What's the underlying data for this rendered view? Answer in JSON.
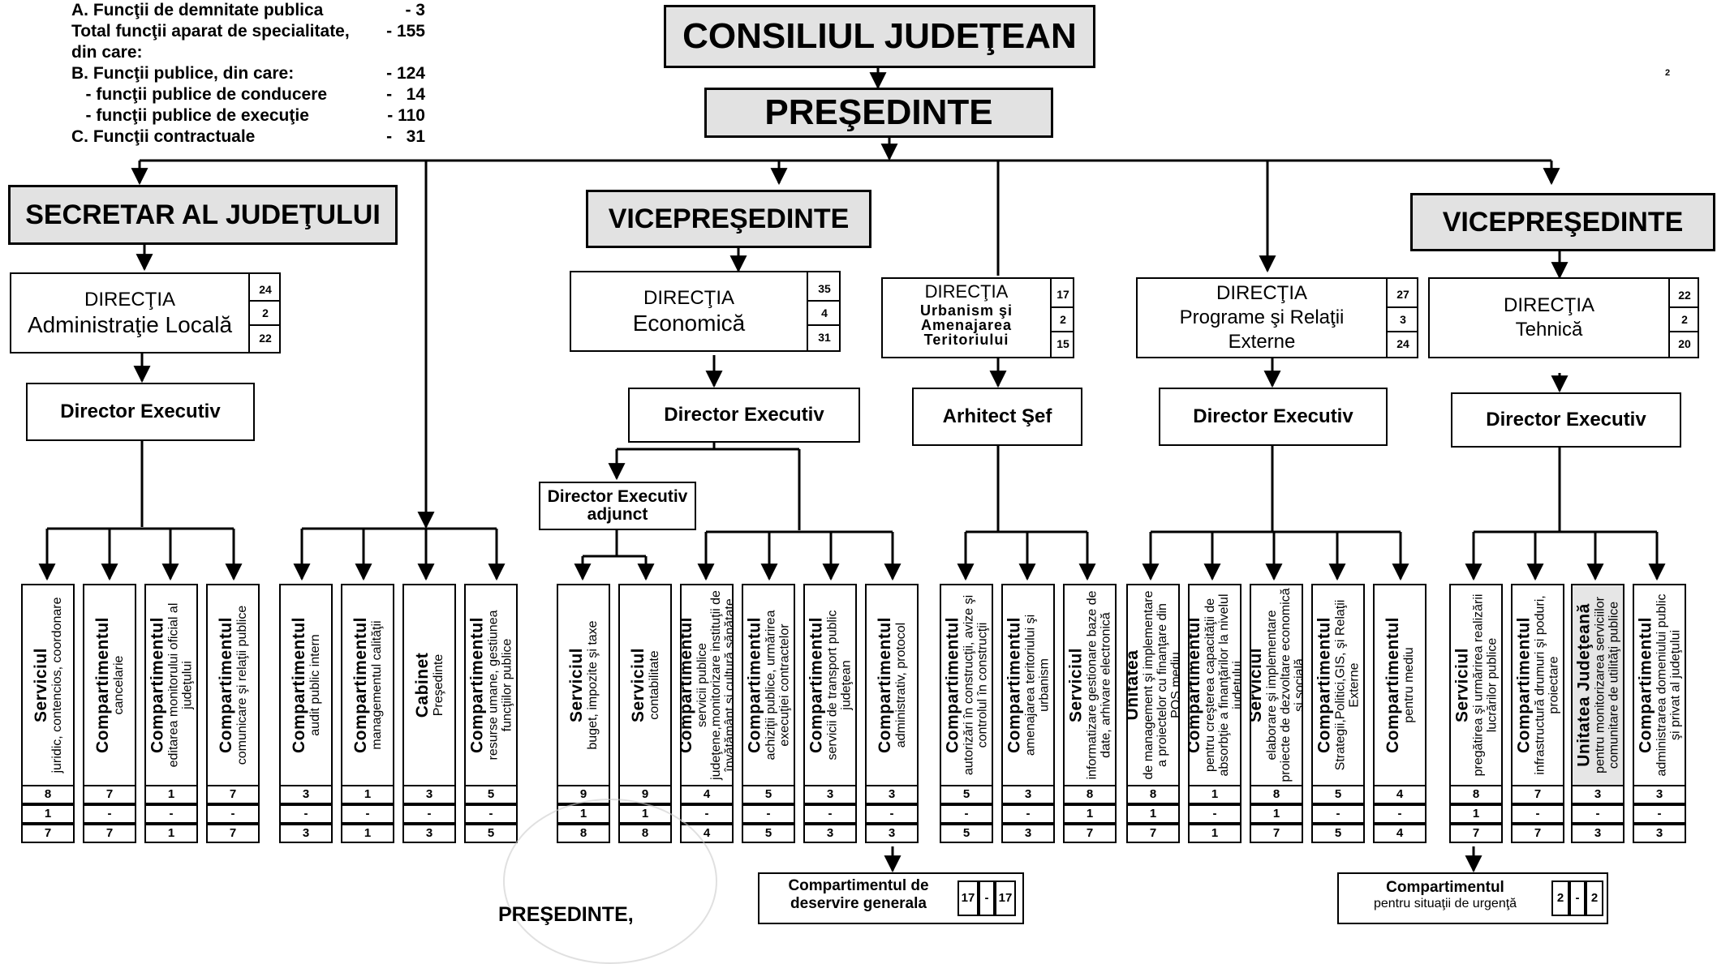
{
  "stats": [
    {
      "label": "A. Funcţii de demnitate publica",
      "value": "-    3"
    },
    {
      "label": "Total funcţii aparat de specialitate,",
      "value": "- 155"
    },
    {
      "label": "din care:",
      "value": ""
    },
    {
      "label": "B. Funcţii publice, din care:",
      "value": "- 124"
    },
    {
      "label": "   - funcţii publice de conducere",
      "value": "-   14"
    },
    {
      "label": "   - funcţii publice de execuţie",
      "value": "- 110"
    },
    {
      "label": "C. Funcţii contractuale",
      "value": "-   31"
    }
  ],
  "page_number": "2",
  "consiliu": "CONSILIUL JUDEŢEAN",
  "presedinte": "PREŞEDINTE",
  "secretar": "SECRETAR AL JUDEŢULUI",
  "vicepresedinte_1": "VICEPREŞEDINTE",
  "vicepresedinte_2": "VICEPREŞEDINTE",
  "directions": {
    "admin": {
      "title": "DIRECŢIA",
      "name": "Administraţie Locală",
      "nums": [
        "24",
        "2",
        "22"
      ],
      "head": "Director Executiv"
    },
    "economica": {
      "title": "DIRECŢIA",
      "name": "Economică",
      "nums": [
        "35",
        "4",
        "31"
      ],
      "head": "Director Executiv",
      "adjunct": "Director Executiv adjunct"
    },
    "urbanism": {
      "title": "DIRECŢIA",
      "name": "Urbanism şi Amenajarea Teritoriului",
      "nums": [
        "17",
        "2",
        "15"
      ],
      "head": "Arhitect Şef"
    },
    "programe": {
      "title": "DIRECŢIA",
      "name": "Programe şi Relaţii Externe",
      "nums": [
        "27",
        "3",
        "24"
      ],
      "head": "Director Executiv"
    },
    "tehnica": {
      "title": "DIRECŢIA",
      "name": "Tehnică",
      "nums": [
        "22",
        "2",
        "20"
      ],
      "head": "Director Executiv"
    }
  },
  "units": [
    {
      "t1": "Serviciul",
      "t2": "juridic, contencios, coordonare",
      "n": [
        "8",
        "1",
        "7"
      ]
    },
    {
      "t1": "Compartimentul",
      "t2": "cancelarie",
      "n": [
        "7",
        "-",
        "7"
      ]
    },
    {
      "t1": "Compartimentul",
      "t2": "editarea monitorului oficial al judeţului",
      "n": [
        "1",
        "-",
        "1"
      ]
    },
    {
      "t1": "Compartimentul",
      "t2": "comunicare şi relaţii publice",
      "n": [
        "7",
        "-",
        "7"
      ]
    },
    {
      "t1": "Compartimentul",
      "t2": "audit public intern",
      "n": [
        "3",
        "-",
        "3"
      ]
    },
    {
      "t1": "Compartimentul",
      "t2": "managementul calităţii",
      "n": [
        "1",
        "-",
        "1"
      ]
    },
    {
      "t1": "Cabinet",
      "t2": "Preşedinte",
      "n": [
        "3",
        "-",
        "3"
      ]
    },
    {
      "t1": "Compartimentul",
      "t2": "resurse umane, gestiunea funcţiilor publice",
      "n": [
        "5",
        "-",
        "5"
      ]
    },
    {
      "t1": "Serviciul",
      "t2": "buget, impozite şi taxe",
      "n": [
        "9",
        "1",
        "8"
      ]
    },
    {
      "t1": "Serviciul",
      "t2": "contabilitate",
      "n": [
        "9",
        "1",
        "8"
      ]
    },
    {
      "t1": "Compartimentul",
      "t2": "servicii publice judeţene,monitorizare instituţii de învăţământ şi cultură,sănătate",
      "n": [
        "4",
        "-",
        "4"
      ]
    },
    {
      "t1": "Compartimentul",
      "t2": "achiziţii publice, urmărirea execuţiei contractelor",
      "n": [
        "5",
        "-",
        "5"
      ]
    },
    {
      "t1": "Compartimentul",
      "t2": "servicii de transport public judeţean",
      "n": [
        "3",
        "-",
        "3"
      ]
    },
    {
      "t1": "Compartimentul",
      "t2": "administrativ, protocol",
      "n": [
        "3",
        "-",
        "3"
      ]
    },
    {
      "t1": "Compartimentul",
      "t2": "autorizări în construcţii, avize şi controlul în construcţii",
      "n": [
        "5",
        "-",
        "5"
      ]
    },
    {
      "t1": "Compartimentul",
      "t2": "amenajarea teritoriului şi urbanism",
      "n": [
        "3",
        "-",
        "3"
      ]
    },
    {
      "t1": "Serviciul",
      "t2": "informatizare gestionare baze de date, arhivare electronică",
      "n": [
        "8",
        "1",
        "7"
      ]
    },
    {
      "t1": "Unitatea",
      "t2": "de management şi implementare a proiectelor cu finanţare din POS mediu",
      "n": [
        "8",
        "1",
        "7"
      ]
    },
    {
      "t1": "Compartimentul",
      "t2": "pentru creşterea capacităţii de absorbţie a finanţărilor la nivelul judeţului",
      "n": [
        "1",
        "-",
        "1"
      ]
    },
    {
      "t1": "Serviciul",
      "t2": "elaborare şi implementare proiecte de dezvoltare economică şi socială",
      "n": [
        "8",
        "1",
        "7"
      ]
    },
    {
      "t1": "Compartimentul",
      "t2": "Strategii,Politici,GIS, şi Relaţii Externe",
      "n": [
        "5",
        "-",
        "5"
      ]
    },
    {
      "t1": "Compartimentul",
      "t2": "pentru mediu",
      "n": [
        "4",
        "-",
        "4"
      ]
    },
    {
      "t1": "Serviciul",
      "t2": "pregătirea şi urmărirea realizării lucrărilor publice",
      "n": [
        "8",
        "1",
        "7"
      ]
    },
    {
      "t1": "Compartimentul",
      "t2": "infrastructură drumuri şi poduri, proiectare",
      "n": [
        "7",
        "-",
        "7"
      ]
    },
    {
      "t1": "Unitatea Judeţeană",
      "t2": "pentru monitorizarea serviciilor comunitare de utilităţi publice",
      "n": [
        "3",
        "-",
        "3"
      ]
    },
    {
      "t1": "Compartimentul",
      "t2": "administrarea domeniului public şi privat al judeţului",
      "n": [
        "3",
        "-",
        "3"
      ]
    }
  ],
  "sub_units": [
    {
      "t1": "Compartimentul de",
      "t2": "deservire generala",
      "n": [
        "17",
        "-",
        "17"
      ]
    },
    {
      "t1": "Compartimentul",
      "t2": "pentru situaţii de urgenţă",
      "n": [
        "2",
        "-",
        "2"
      ]
    }
  ],
  "signature": "PREŞEDINTE,"
}
